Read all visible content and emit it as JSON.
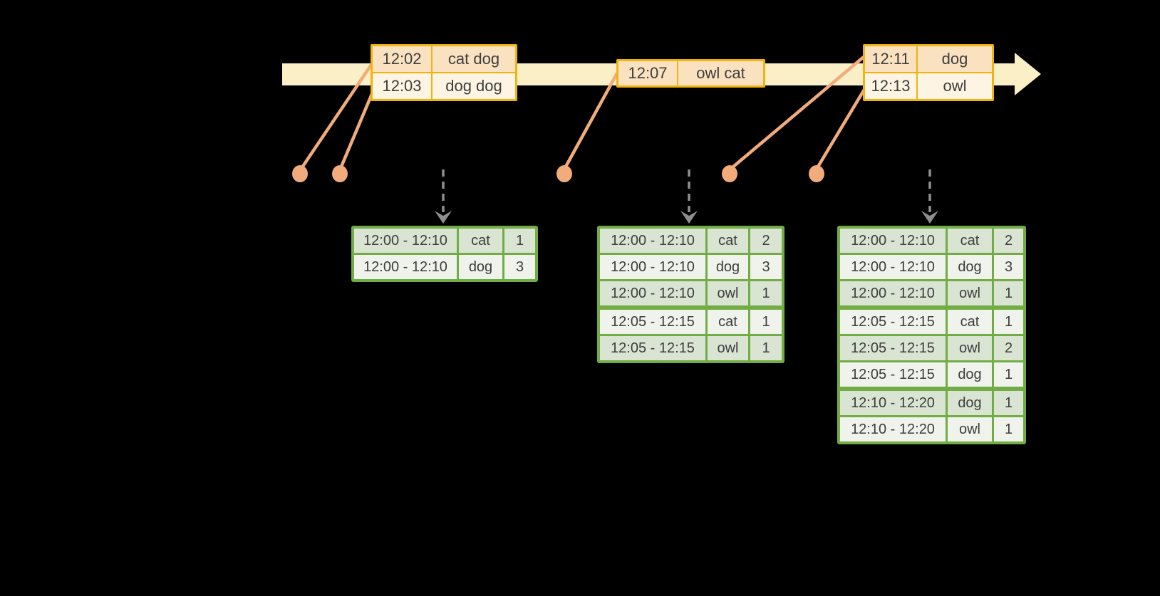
{
  "colors": {
    "background": "#000000",
    "timeline_band": "#FAEFC7",
    "event_table_border": "#F0B310",
    "event_row_peach": "#FAE2C1",
    "event_row_cream": "#FDF4E3",
    "result_table_border": "#71AC45",
    "result_row_dark": "#DAE4D2",
    "result_row_light": "#EFF3EB",
    "connector_orange": "#F2AC7C",
    "trigger_arrow_gray": "#8F8F8F",
    "text": "#3D3D3D"
  },
  "icons": {
    "timeline_arrowhead": "right-arrowhead",
    "event_dot": "event-marker-dot",
    "trigger_arrow": "dashed-down-arrow"
  },
  "event_tables": [
    {
      "name": "input-batch-1",
      "rows": [
        {
          "time": "12:02",
          "words": "cat dog"
        },
        {
          "time": "12:03",
          "words": "dog dog"
        }
      ]
    },
    {
      "name": "input-batch-2",
      "rows": [
        {
          "time": "12:07",
          "words": "owl cat"
        }
      ]
    },
    {
      "name": "input-batch-3",
      "rows": [
        {
          "time": "12:11",
          "words": "dog"
        },
        {
          "time": "12:13",
          "words": "owl"
        }
      ]
    }
  ],
  "result_tables": [
    {
      "name": "result-table-1",
      "rows": [
        {
          "window": "12:00 - 12:10",
          "word": "cat",
          "count": "1"
        },
        {
          "window": "12:00 - 12:10",
          "word": "dog",
          "count": "3"
        }
      ]
    },
    {
      "name": "result-table-2",
      "rows": [
        {
          "window": "12:00 - 12:10",
          "word": "cat",
          "count": "2"
        },
        {
          "window": "12:00 - 12:10",
          "word": "dog",
          "count": "3"
        },
        {
          "window": "12:00 - 12:10",
          "word": "owl",
          "count": "1"
        },
        {
          "window": "12:05 - 12:15",
          "word": "cat",
          "count": "1"
        },
        {
          "window": "12:05 - 12:15",
          "word": "owl",
          "count": "1"
        }
      ]
    },
    {
      "name": "result-table-3",
      "rows": [
        {
          "window": "12:00 - 12:10",
          "word": "cat",
          "count": "2"
        },
        {
          "window": "12:00 - 12:10",
          "word": "dog",
          "count": "3"
        },
        {
          "window": "12:00 - 12:10",
          "word": "owl",
          "count": "1"
        },
        {
          "window": "12:05 - 12:15",
          "word": "cat",
          "count": "1"
        },
        {
          "window": "12:05 - 12:15",
          "word": "owl",
          "count": "2"
        },
        {
          "window": "12:05 - 12:15",
          "word": "dog",
          "count": "1"
        },
        {
          "window": "12:10 - 12:20",
          "word": "dog",
          "count": "1"
        },
        {
          "window": "12:10 - 12:20",
          "word": "owl",
          "count": "1"
        }
      ]
    }
  ]
}
